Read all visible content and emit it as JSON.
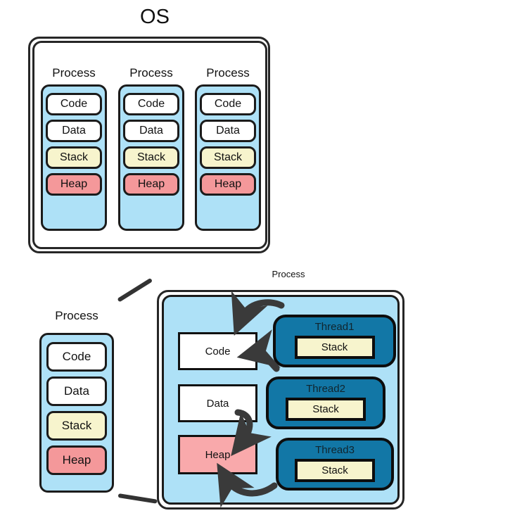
{
  "title": "OS",
  "os_section": {
    "label": "OS",
    "processes": [
      {
        "label": "Process",
        "segments": [
          {
            "name": "Code",
            "color": "#ffffff"
          },
          {
            "name": "Data",
            "color": "#ffffff"
          },
          {
            "name": "Stack",
            "color": "#f7f4cd"
          },
          {
            "name": "Heap",
            "color": "#f4989a"
          }
        ]
      },
      {
        "label": "Process",
        "segments": [
          {
            "name": "Code",
            "color": "#ffffff"
          },
          {
            "name": "Data",
            "color": "#ffffff"
          },
          {
            "name": "Stack",
            "color": "#f7f4cd"
          },
          {
            "name": "Heap",
            "color": "#f4989a"
          }
        ]
      },
      {
        "label": "Process",
        "segments": [
          {
            "name": "Code",
            "color": "#ffffff"
          },
          {
            "name": "Data",
            "color": "#ffffff"
          },
          {
            "name": "Stack",
            "color": "#f7f4cd"
          },
          {
            "name": "Heap",
            "color": "#f4989a"
          }
        ]
      }
    ]
  },
  "detail_section": {
    "small_process": {
      "label": "Process",
      "segments": [
        {
          "name": "Code",
          "color": "#ffffff"
        },
        {
          "name": "Data",
          "color": "#ffffff"
        },
        {
          "name": "Stack",
          "color": "#f7f4cd"
        },
        {
          "name": "Heap",
          "color": "#f4989a"
        }
      ]
    },
    "big_process": {
      "label": "Process",
      "memory": [
        {
          "name": "Code",
          "color": "#ffffff"
        },
        {
          "name": "Data",
          "color": "#ffffff"
        },
        {
          "name": "Heap",
          "color": "#f9a9ab"
        }
      ],
      "threads": [
        {
          "title": "Thread1",
          "stack": "Stack"
        },
        {
          "title": "Thread2",
          "stack": "Stack"
        },
        {
          "title": "Thread3",
          "stack": "Stack"
        }
      ]
    }
  },
  "colors": {
    "process_bg": "#aee1f7",
    "thread_bg": "#1277a6",
    "stack": "#f7f4cd",
    "heap": "#f4989a",
    "heap_big": "#f9a9ab",
    "outline": "#1b1b1b",
    "arrow": "#3a3a3a"
  }
}
